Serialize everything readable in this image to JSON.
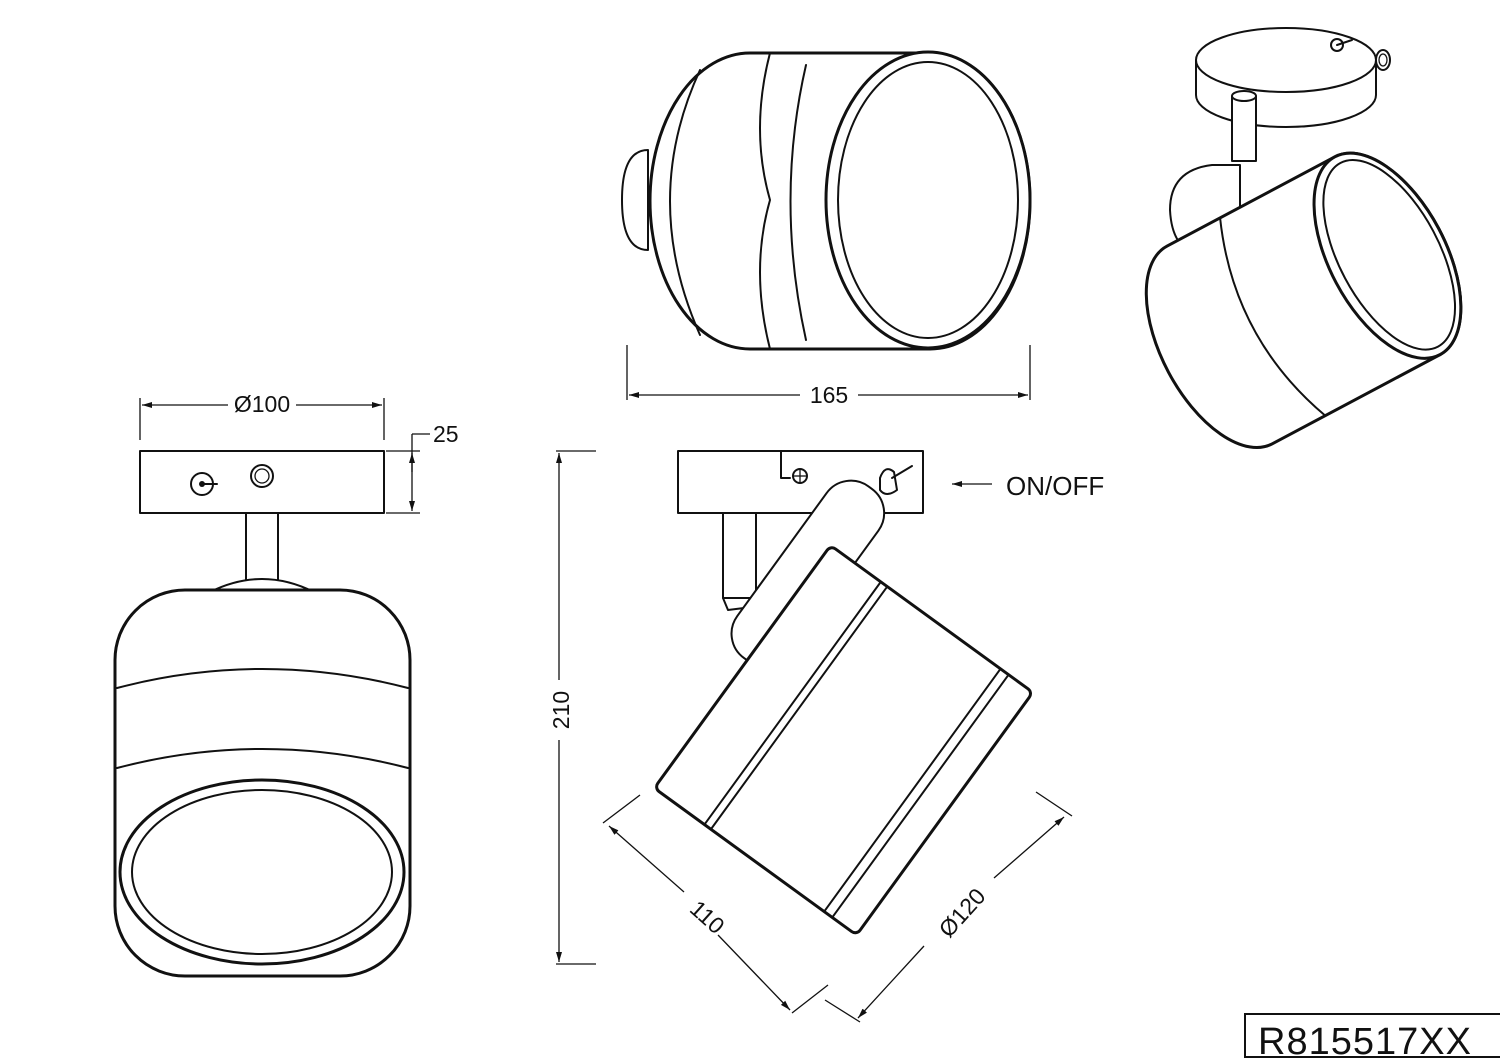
{
  "dimensions": {
    "plate_diameter": "Ø100",
    "plate_height": "25",
    "total_height": "210",
    "length": "165",
    "shade_length": "110",
    "shade_diameter": "Ø120"
  },
  "labels": {
    "switch": "ON/OFF"
  },
  "product": {
    "code": "R815517XX"
  }
}
